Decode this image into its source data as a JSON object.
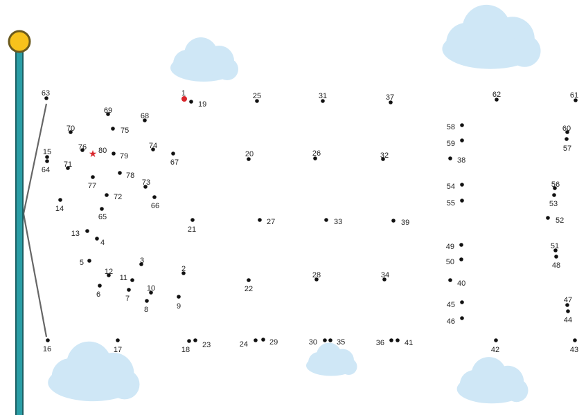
{
  "colors": {
    "background": "#ffffff",
    "dot": "#111111",
    "start_dot": "#d9262c",
    "star": "#d9262c",
    "pole": "#2a9ea6",
    "pole_outline": "#1c5f63",
    "ball": "#f7c21c",
    "ball_outline": "#6b5a1e",
    "rope": "#666666",
    "cloud": "#cfe7f6"
  },
  "icons": {
    "flagpole": "flagpole-icon",
    "cloud": "cloud-icon",
    "star": "star-icon"
  },
  "star_marker": {
    "symbol": "★"
  },
  "start_dot_label": "1",
  "dots": [
    {
      "n": "1"
    },
    {
      "n": "2"
    },
    {
      "n": "3"
    },
    {
      "n": "4"
    },
    {
      "n": "5"
    },
    {
      "n": "6"
    },
    {
      "n": "7"
    },
    {
      "n": "8"
    },
    {
      "n": "9"
    },
    {
      "n": "10"
    },
    {
      "n": "11"
    },
    {
      "n": "12"
    },
    {
      "n": "13"
    },
    {
      "n": "14"
    },
    {
      "n": "15"
    },
    {
      "n": "16"
    },
    {
      "n": "17"
    },
    {
      "n": "18"
    },
    {
      "n": "19"
    },
    {
      "n": "20"
    },
    {
      "n": "21"
    },
    {
      "n": "22"
    },
    {
      "n": "23"
    },
    {
      "n": "24"
    },
    {
      "n": "25"
    },
    {
      "n": "26"
    },
    {
      "n": "27"
    },
    {
      "n": "28"
    },
    {
      "n": "29"
    },
    {
      "n": "30"
    },
    {
      "n": "31"
    },
    {
      "n": "32"
    },
    {
      "n": "33"
    },
    {
      "n": "34"
    },
    {
      "n": "35"
    },
    {
      "n": "36"
    },
    {
      "n": "37"
    },
    {
      "n": "38"
    },
    {
      "n": "39"
    },
    {
      "n": "40"
    },
    {
      "n": "41"
    },
    {
      "n": "42"
    },
    {
      "n": "43"
    },
    {
      "n": "44"
    },
    {
      "n": "45"
    },
    {
      "n": "46"
    },
    {
      "n": "47"
    },
    {
      "n": "48"
    },
    {
      "n": "49"
    },
    {
      "n": "50"
    },
    {
      "n": "51"
    },
    {
      "n": "52"
    },
    {
      "n": "53"
    },
    {
      "n": "54"
    },
    {
      "n": "55"
    },
    {
      "n": "56"
    },
    {
      "n": "57"
    },
    {
      "n": "58"
    },
    {
      "n": "59"
    },
    {
      "n": "60"
    },
    {
      "n": "61"
    },
    {
      "n": "62"
    },
    {
      "n": "63"
    },
    {
      "n": "64"
    },
    {
      "n": "65"
    },
    {
      "n": "66"
    },
    {
      "n": "67"
    },
    {
      "n": "68"
    },
    {
      "n": "69"
    },
    {
      "n": "70"
    },
    {
      "n": "71"
    },
    {
      "n": "72"
    },
    {
      "n": "73"
    },
    {
      "n": "74"
    },
    {
      "n": "75"
    },
    {
      "n": "76"
    },
    {
      "n": "77"
    },
    {
      "n": "78"
    },
    {
      "n": "79"
    },
    {
      "n": "80"
    }
  ]
}
